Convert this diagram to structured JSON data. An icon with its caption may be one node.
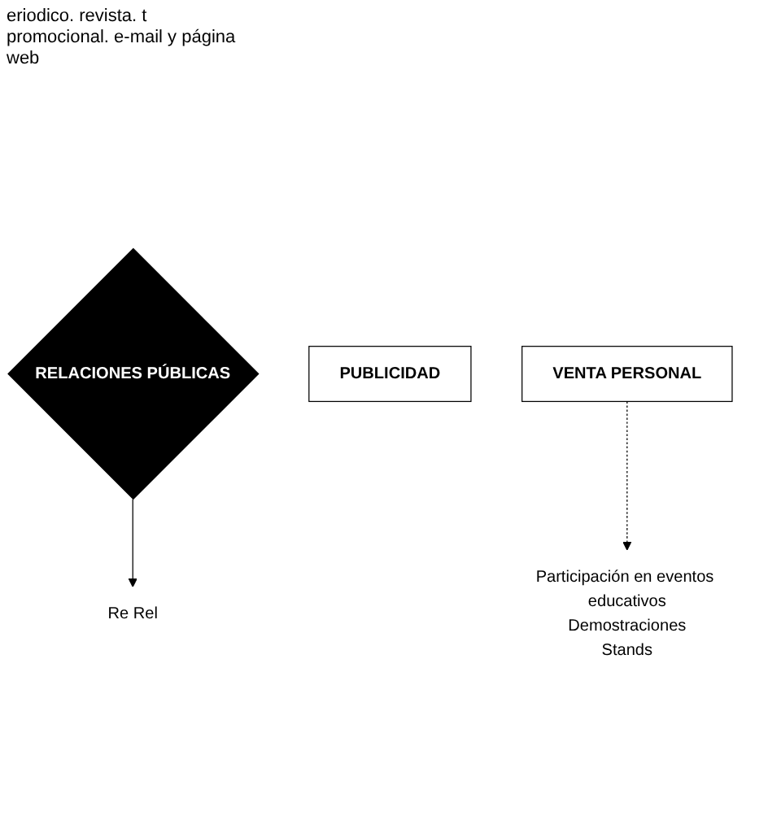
{
  "diagram": {
    "nodes": [
      {
        "text": [
          "RELACIONES PÚBLICAS"
        ]
      },
      {
        "text": [
          "PUBLICIDAD"
        ]
      },
      {
        "text": [
          "VENTA PERSONAL"
        ]
      },
      {
        "text": [
          "Re Rel"
        ]
      },
      {
        "text": [
          "Participación en eventos educativos",
          "Demostraciones",
          "Stands"
        ]
      }
    ],
    "edges": [
      {
        "from": 0,
        "to": 3,
        "arrow": "to"
      },
      {
        "from": 2,
        "to": 4,
        "arrow": "to",
        "style": "dashed"
      }
    ],
    "labels": [
      "eriodico. revista. t promocional. e-mail y página web"
    ]
  }
}
